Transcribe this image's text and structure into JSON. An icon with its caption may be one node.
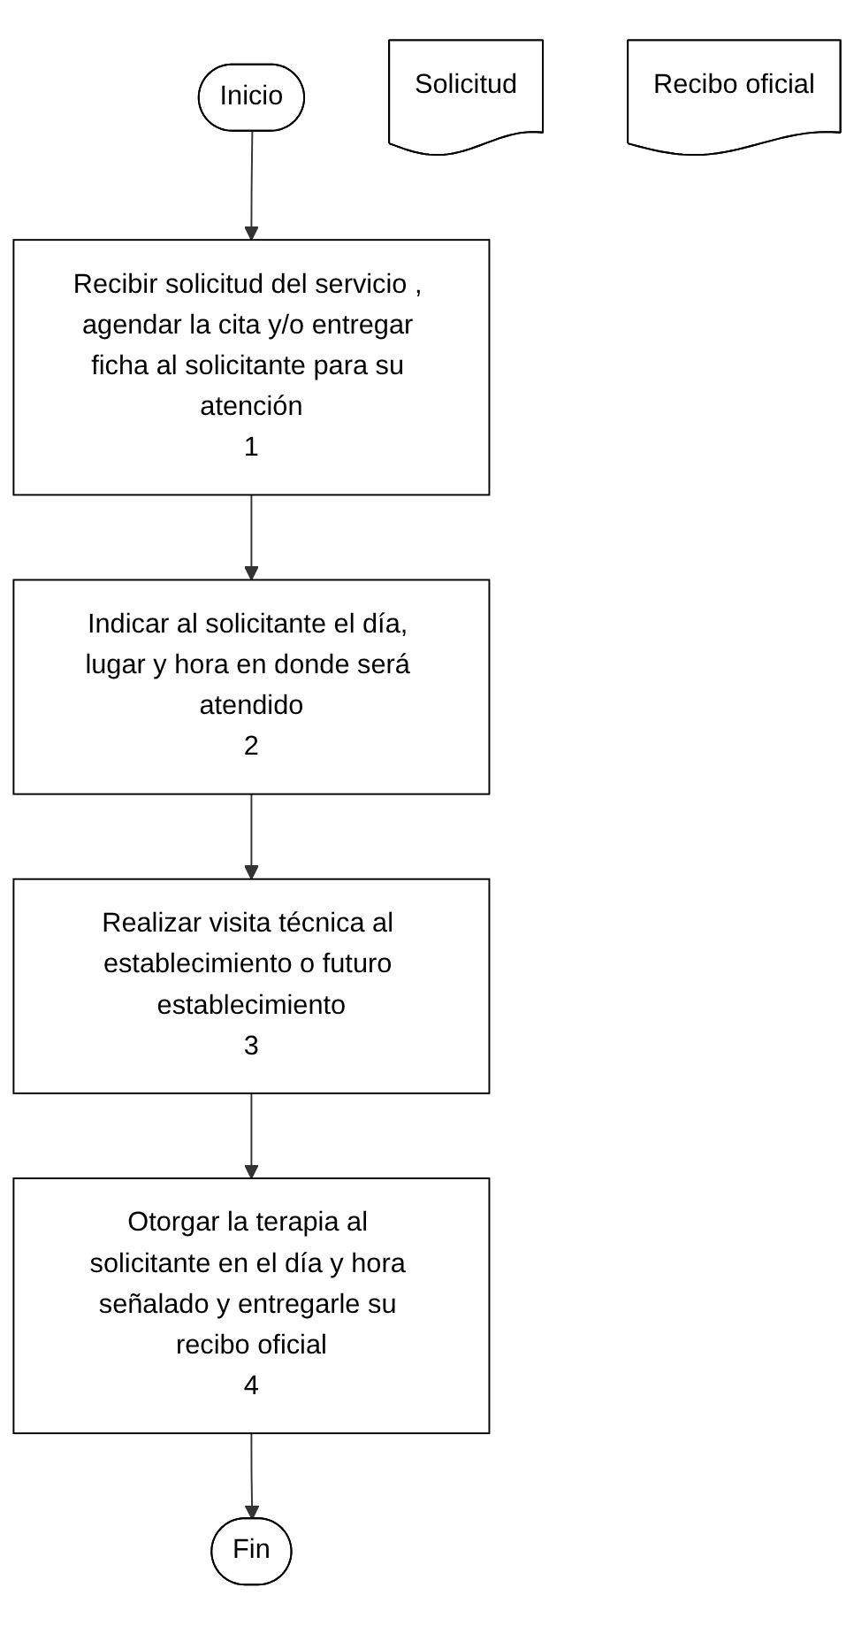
{
  "diagram": {
    "nodes": [
      {
        "text": [
          "Inicio"
        ]
      },
      {
        "text": [
          "Recibir solicitud del servicio , agendar la cita y/o entregar ficha al solicitante para su atención",
          "1"
        ]
      },
      {
        "text": [
          "Solicitud"
        ]
      },
      {
        "text": [
          "Indicar al solicitante el día, lugar y hora en donde será atendido",
          "2"
        ]
      },
      {
        "text": [
          "Realizar visita técnica al establecimiento o futuro establecimiento",
          "3"
        ]
      },
      {
        "text": [
          "Otorgar la terapia al solicitante en el día y hora señalado y entregarle su recibo oficial",
          "4"
        ]
      },
      {
        "text": [
          "Recibo oficial"
        ]
      },
      {
        "text": [
          "Fin"
        ]
      }
    ],
    "edges": [
      {
        "from": 0,
        "to": 1,
        "arrow": "to"
      },
      {
        "from": 1,
        "to": 3,
        "arrow": "to"
      },
      {
        "from": 3,
        "to": 4,
        "arrow": "to"
      },
      {
        "from": 4,
        "to": 5,
        "arrow": "to"
      },
      {
        "from": 5,
        "to": 7,
        "arrow": "to"
      }
    ]
  }
}
